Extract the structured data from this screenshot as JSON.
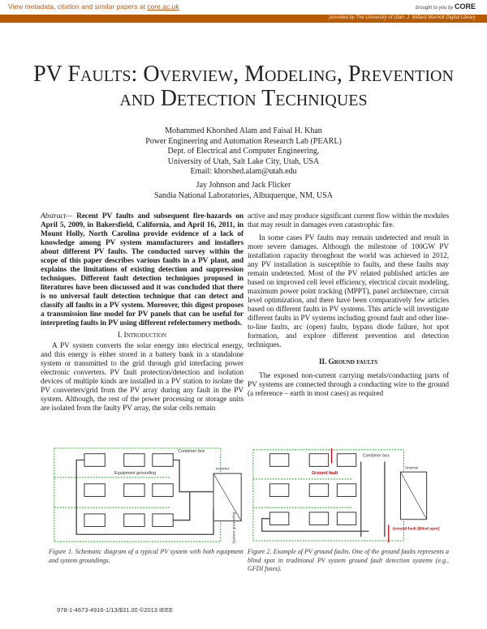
{
  "banner": {
    "metadata_text": "View metadata, citation and similar papers at",
    "metadata_link": "core.ac.uk",
    "brought_by": "brought to you by",
    "core_logo": "CORE",
    "provided_by": "provided by The University of Utah: J. Willard Marriott Digital Library",
    "color": "#b85a00"
  },
  "paper": {
    "title_line1": "PV Faults: Overview, Modeling, Prevention",
    "title_line2": "and Detection Techniques",
    "authors1": [
      "Mohammed Khorshed Alam and Faisal H. Khan",
      "Power Engineering and Automation Research Lab (PEARL)",
      "Dept. of Electrical and Computer Engineering,",
      "University of Utah, Salt Lake City, Utah, USA",
      "Email: khorshed.alam@utah.edu"
    ],
    "authors2": [
      "Jay Johnson and Jack Flicker",
      "Sandia National Laboratories, Albuquerque, NM, USA"
    ],
    "abstract_label": "Abstract—",
    "abstract": " Recent PV faults and subsequent fire-hazards on April 5, 2009, in Bakersfield, California, and April 16, 2011, in Mount Holly, North Carolina provide evidence of a lack of knowledge among PV system manufacturers and installers about different PV faults. The conducted survey within the scope of this paper describes various faults in a PV plant, and explains the limitations of existing detection and suppression techniques. Different fault detection techniques proposed in literatures have been discussed and it was concluded that there is no universal fault detection technique that can detect and classify all faults in a PV system. Moreover, this digest proposes a transmission line model for PV panels that can be useful for interpreting faults in PV using different refelectomery methods.",
    "section1_heading": "I.    Introduction",
    "section1_p1": "A PV system converts the solar energy into electrical energy, and this energy is either stored in a battery bank in a standalone system or transmitted to the grid through grid interfacing power electronic converters. PV fault protection/detection and isolation devices of multiple kinds are installed in a PV station to isolate the PV converters/grid from the PV array during any fault in the PV system. Although, the rest of the power processing or storage units are isolated from the faulty PV array, the solar cells remain",
    "right_p0": "active and may produce significant current flow within the modules that may result in damages even catastrophic fire.",
    "right_p1": "In some cases PV faults may remain undetected and result in more severe damages. Although the milestone of 100GW PV installation capacity throughout the world was achieved in 2012, any PV installation is susceptible to faults, and these faults may remain undetected. Most of the PV related published articles are based on improved cell level efficiency, electrical circuit modeling, maximum power point tracking (MPPT), panel architecture, circuit level optimization, and there have been comparatively few articles based on different faults in PV systems.  This article will investigate different faults in PV systems including ground fault and other line-to-line faults, arc (open) faults, bypass diode failure, hot spot formation, and explore different prevention and detection techniques.",
    "section2_heading": "II. Ground faults",
    "section2_p1": "The exposed non-current carrying metals/conducting parts of PV systems are connected through a conducting wire to the ground (a reference – earth in most cases) as required"
  },
  "figure1": {
    "labels": {
      "combiner": "Combiner box",
      "equipment_grounding": "Equipment grounding",
      "inverter": "Inverter",
      "system_grounding": "System grounding"
    },
    "caption": "Figure 1. Schematic diagram of a typical PV system with both equipment and system groundings."
  },
  "figure2": {
    "labels": {
      "combiner": "Combiner box",
      "inverter": "Inverter",
      "ground_fault": "Ground fault",
      "blind_spot_fault": "Ground fault (Blind spot)"
    },
    "caption": "Figure 2. Example of PV ground faults. One of the ground faults represents a blind spot in traditional PV system ground fault detection systems (e.g., GFDI fuses)."
  },
  "footer": "978-1-4673-4916-1/13/$31.00 ©2013 IEEE"
}
